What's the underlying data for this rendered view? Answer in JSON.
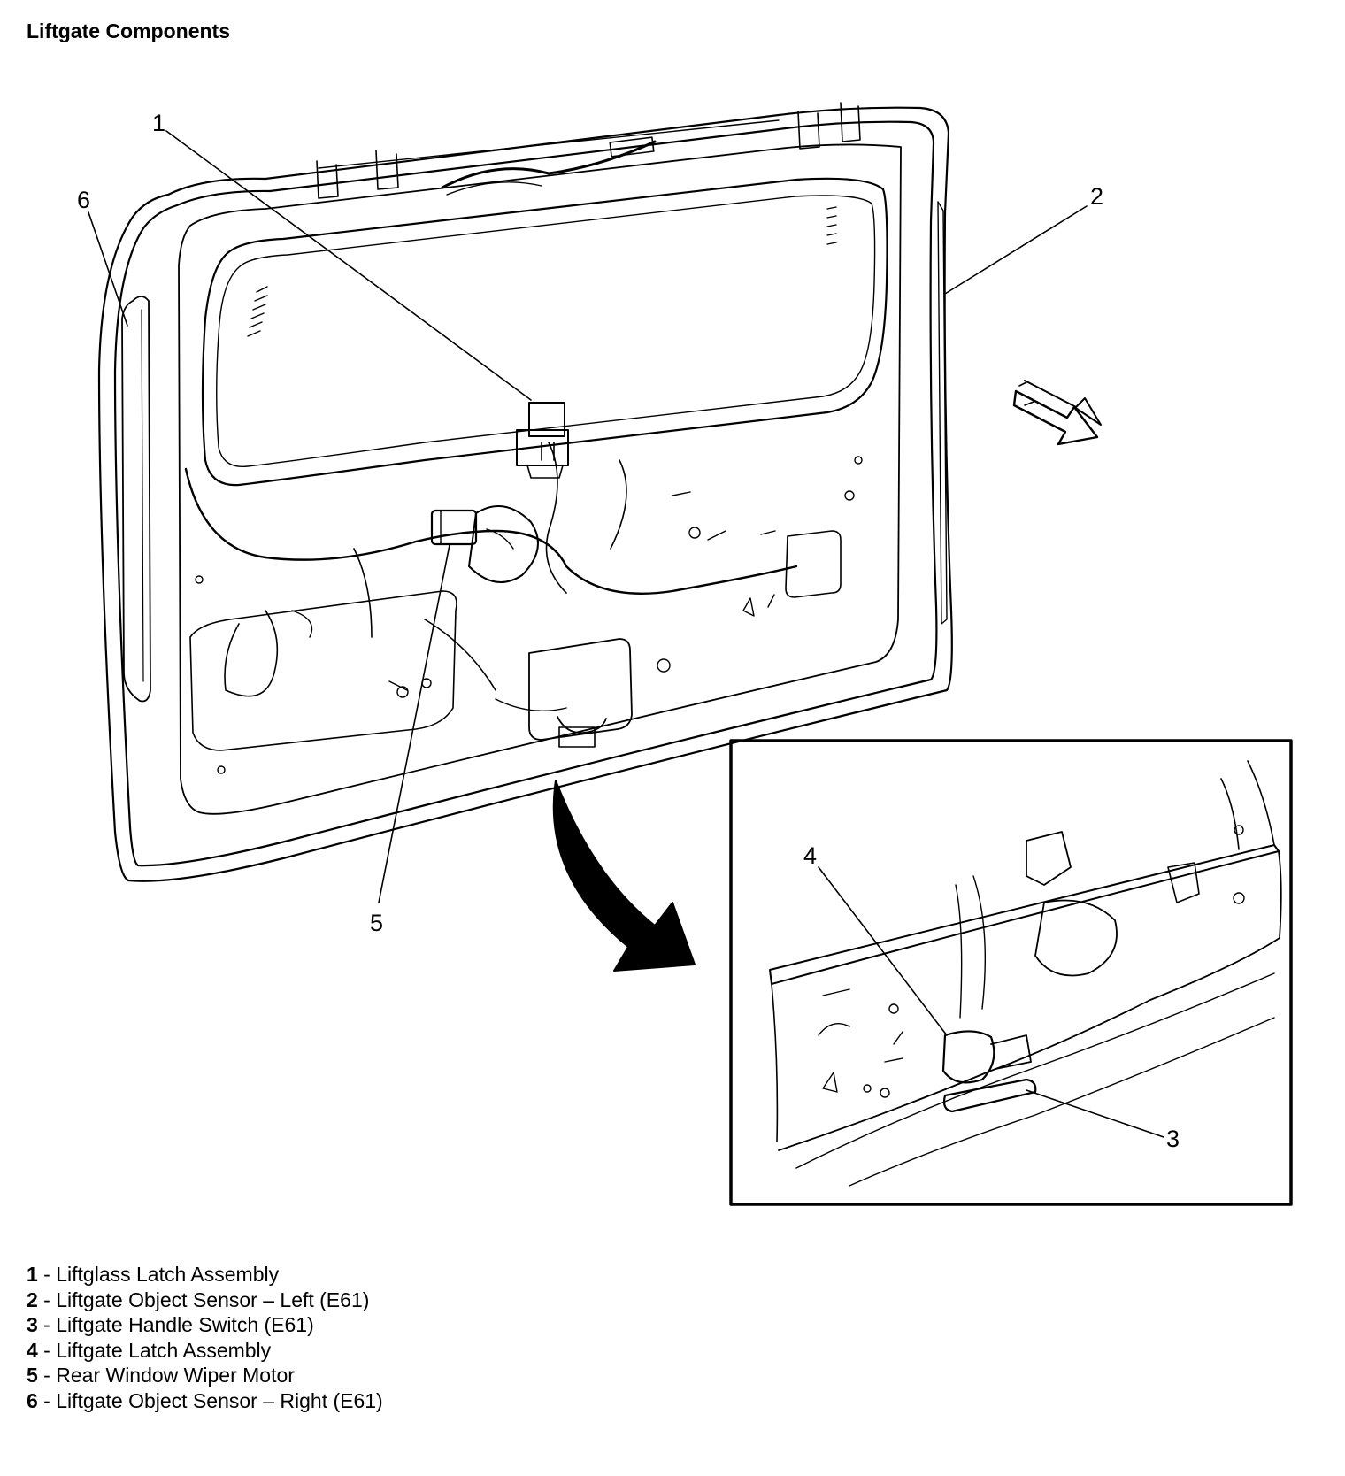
{
  "title": "Liftgate Components",
  "callouts": [
    "1",
    "2",
    "3",
    "4",
    "5",
    "6"
  ],
  "legend": [
    {
      "num": "1",
      "label": "Liftglass Latch Assembly"
    },
    {
      "num": "2",
      "label": "Liftgate Object Sensor – Left (E61)"
    },
    {
      "num": "3",
      "label": "Liftgate Handle Switch (E61)"
    },
    {
      "num": "4",
      "label": "Liftgate Latch Assembly"
    },
    {
      "num": "5",
      "label": "Rear Window Wiper Motor"
    },
    {
      "num": "6",
      "label": "Liftgate Object Sensor – Right (E61)"
    }
  ],
  "legend_separator": " - "
}
